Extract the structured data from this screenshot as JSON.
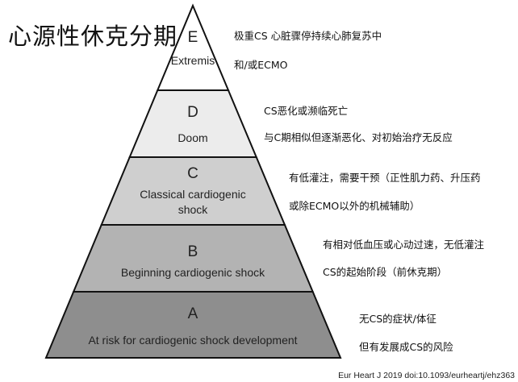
{
  "title": "心源性休克分期",
  "stages": [
    {
      "letter": "E",
      "name_lines": [
        "Extremis"
      ],
      "color": "#ffffff",
      "notes": [
        "极重CS  心脏骤停持续心肺复苏中",
        "和/或ECMO"
      ]
    },
    {
      "letter": "D",
      "name_lines": [
        "Doom"
      ],
      "color": "#ececec",
      "notes": [
        "CS恶化或濒临死亡",
        "与C期相似但逐渐恶化、对初始治疗无反应"
      ]
    },
    {
      "letter": "C",
      "name_lines": [
        "Classical cardiogenic",
        "shock"
      ],
      "color": "#cfcfcf",
      "notes": [
        "有低灌注，需要干预（正性肌力药、升压药",
        "或除ECMO以外的机械辅助）"
      ]
    },
    {
      "letter": "B",
      "name_lines": [
        "Beginning cardiogenic shock"
      ],
      "color": "#b3b3b3",
      "notes": [
        "有相对低血压或心动过速，无低灌注",
        "CS的起始阶段（前休克期）"
      ]
    },
    {
      "letter": "A",
      "name_lines": [
        "At risk for cardiogenic shock development"
      ],
      "color": "#8e8e8e",
      "notes": [
        "无CS的症状/体征",
        "但有发展成CS的风险"
      ]
    }
  ],
  "citation": "Eur Heart J 2019 doi:10.1093/eurheartj/ehz363"
}
